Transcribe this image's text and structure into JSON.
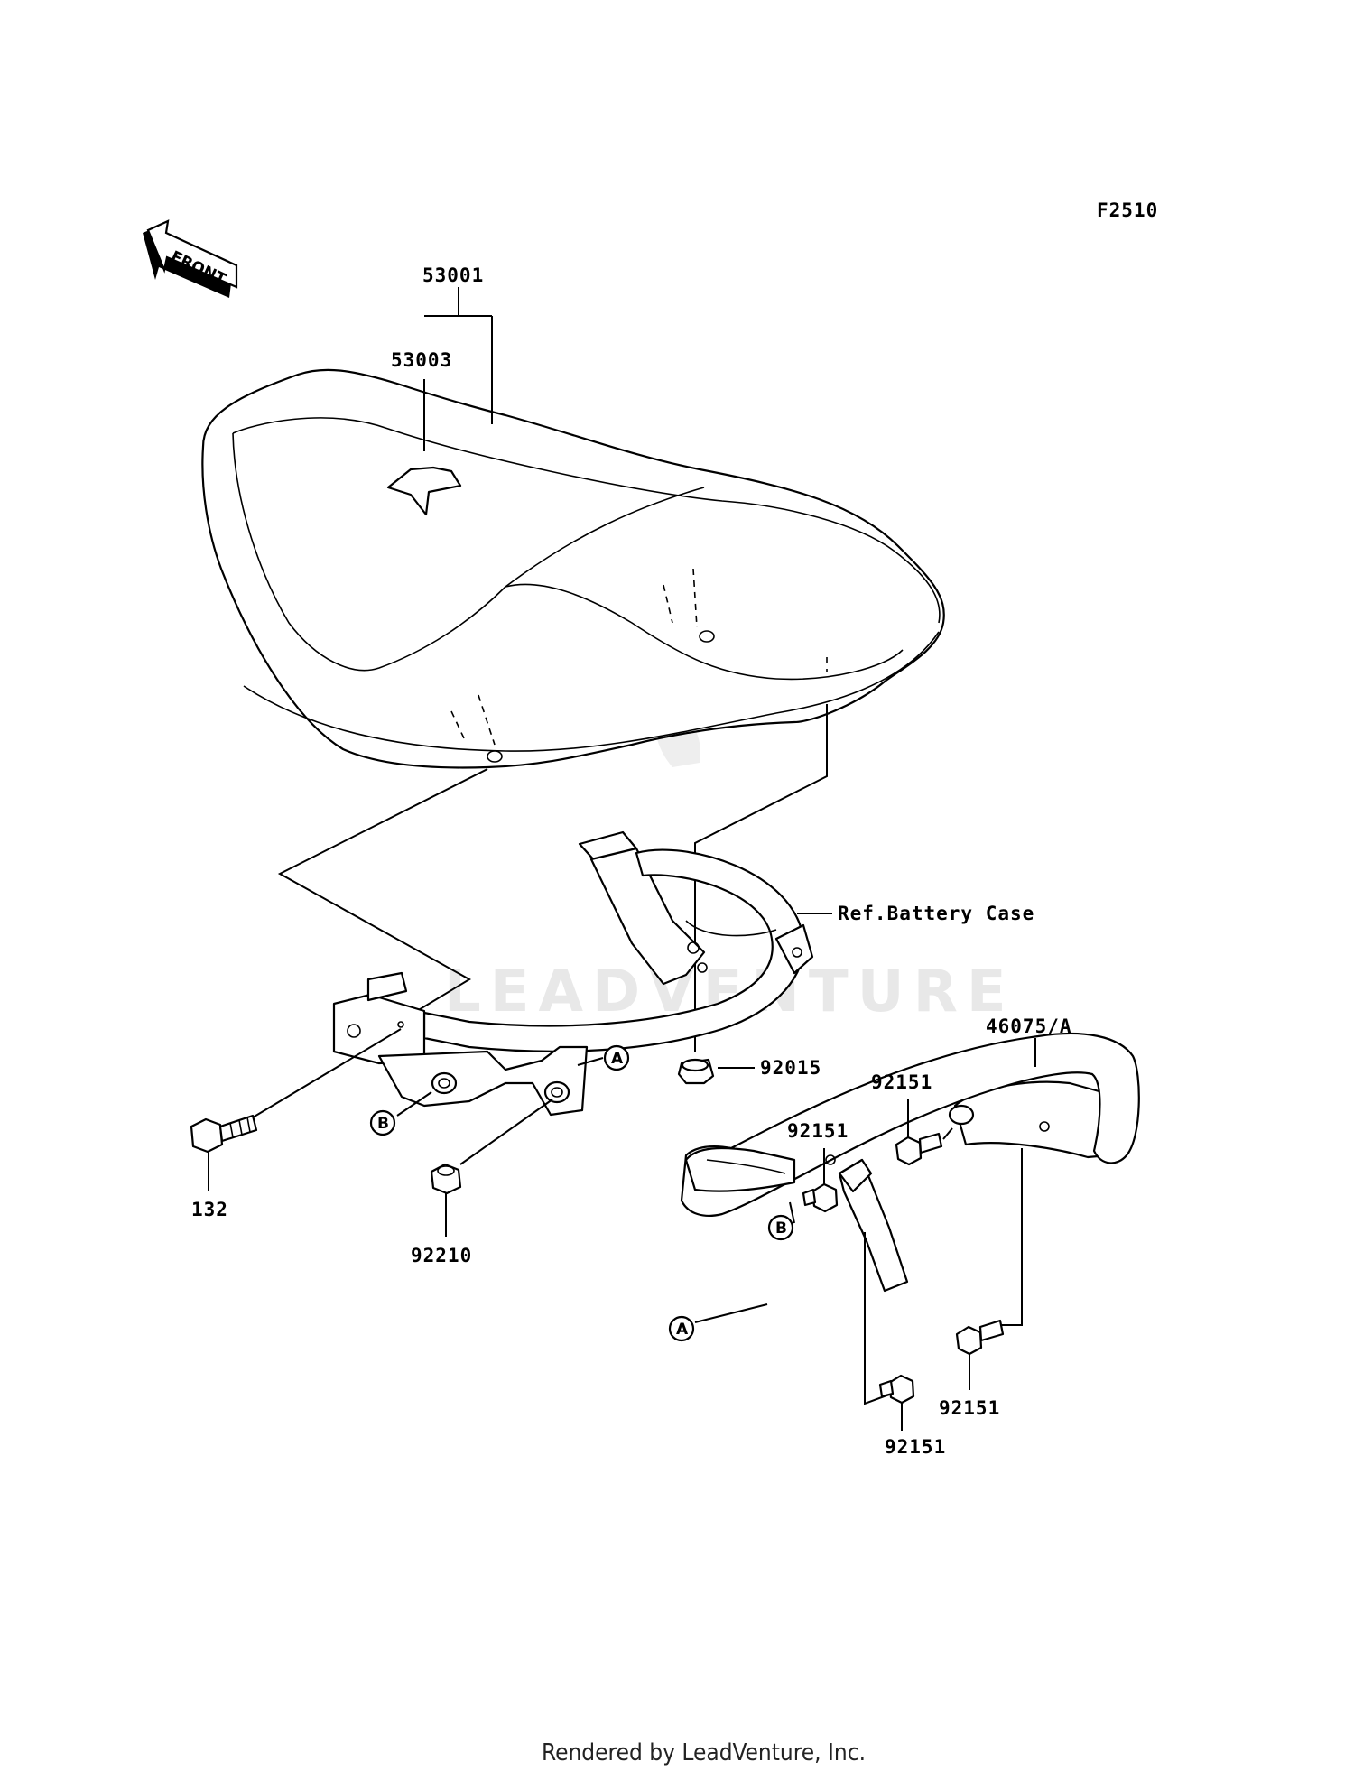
{
  "diagram_code": "F2510",
  "front_arrow": {
    "label": "FRONT",
    "icon": "front-direction-arrow-icon"
  },
  "parts": {
    "seat_assembly": "53001",
    "seat_cover": "53003",
    "ref_battery_case": "Ref.Battery Case",
    "nut": "92015",
    "grab_rail": "46075/A",
    "bolt_132": "132",
    "nut_92210": "92210",
    "bolt_92151_a": "92151",
    "bolt_92151_b": "92151",
    "bolt_92151_c": "92151",
    "bolt_92151_d": "92151"
  },
  "callouts": {
    "a_bracket": "A",
    "b_bracket": "B",
    "a_rail": "A",
    "b_rail": "B"
  },
  "watermark": "LEADVENTURE",
  "footer": "Rendered by LeadVenture, Inc."
}
